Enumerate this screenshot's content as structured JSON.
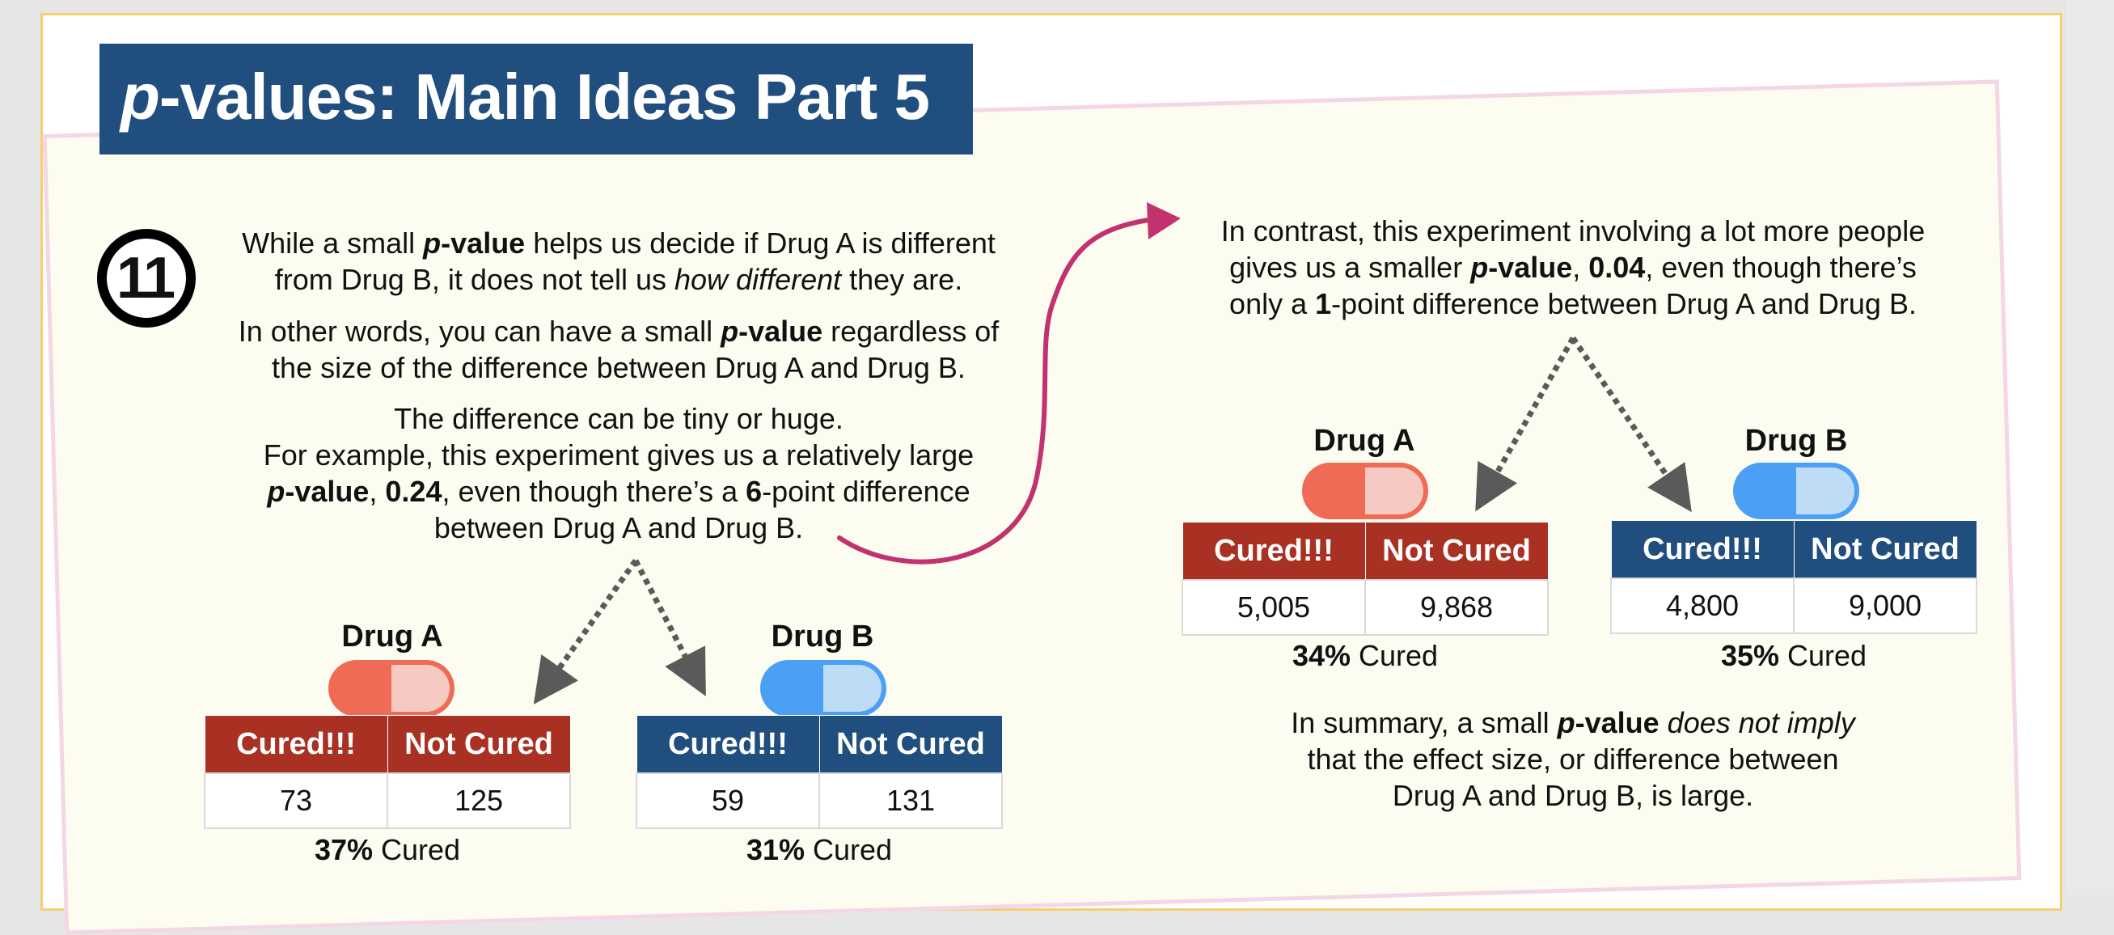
{
  "title": {
    "prefix": "p",
    "rest": "-values: Main Ideas Part 5"
  },
  "step_number": "11",
  "left": {
    "p1_l1_a": "While a small ",
    "p1_l1_b": "p-value",
    "p1_l1_c": " helps us decide if Drug A is different",
    "p1_l2_a": "from Drug B, it does not tell us ",
    "p1_l2_b": "how different",
    "p1_l2_c": " they are.",
    "p2_l1_a": "In other words, you can have a small ",
    "p2_l1_b": "p-value",
    "p2_l1_c": " regardless of",
    "p2_l2": "the size of the difference between Drug A and Drug B.",
    "p3_l1": "The difference can be tiny or huge.",
    "p3_l2": "For example, this experiment gives us a relatively large",
    "p3_l3_a": "p-value",
    "p3_l3_b": ", ",
    "p3_l3_c": "0.24",
    "p3_l3_d": ", even though there’s a ",
    "p3_l3_e": "6",
    "p3_l3_f": "-point difference",
    "p3_l4": "between Drug A and Drug B."
  },
  "right": {
    "l1": "In contrast, this experiment involving a lot more people",
    "l2_a": "gives us a smaller ",
    "l2_b": "p-value",
    "l2_c": ", ",
    "l2_d": "0.04",
    "l2_e": ", even though there’s",
    "l3_a": "only a ",
    "l3_b": "1",
    "l3_c": "-point difference between Drug A and Drug B.",
    "s1_a": "In summary, a small ",
    "s1_b": "p-value",
    "s1_c": " ",
    "s1_d": "does not imply",
    "s2": "that the effect size, or difference between",
    "s3": "Drug A and Drug B, is large."
  },
  "experiment_small": {
    "drug_a": {
      "label": "Drug A",
      "col1": "Cured!!!",
      "col2": "Not Cured",
      "v1": "73",
      "v2": "125",
      "pct": "37%",
      "pct_suffix": " Cured"
    },
    "drug_b": {
      "label": "Drug B",
      "col1": "Cured!!!",
      "col2": "Not Cured",
      "v1": "59",
      "v2": "131",
      "pct": "31%",
      "pct_suffix": " Cured"
    }
  },
  "experiment_large": {
    "drug_a": {
      "label": "Drug A",
      "col1": "Cured!!!",
      "col2": "Not Cured",
      "v1": "5,005",
      "v2": "9,868",
      "pct": "34%",
      "pct_suffix": " Cured"
    },
    "drug_b": {
      "label": "Drug B",
      "col1": "Cured!!!",
      "col2": "Not Cured",
      "v1": "4,800",
      "v2": "9,000",
      "pct": "35%",
      "pct_suffix": " Cured"
    }
  },
  "colors": {
    "title_bg": "#1f4e7f",
    "drug_a_header": "#a93123",
    "drug_b_header": "#1f4e7f",
    "curved_arrow": "#c2326f",
    "dotted_arrow": "#5a5a5a"
  }
}
